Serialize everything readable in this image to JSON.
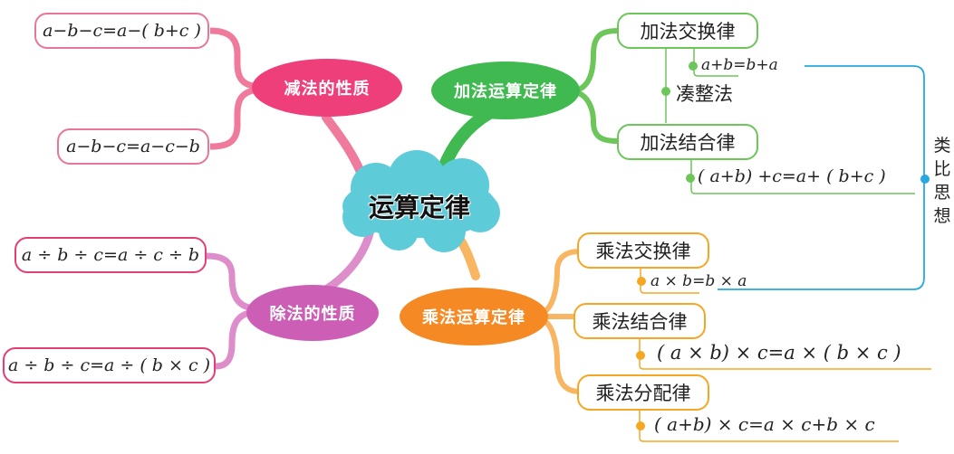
{
  "title": "运算定律",
  "colors": {
    "center_cloud": "#5ecbd9",
    "subtraction": "#ee3f7a",
    "subtraction_branch": "#f07a9c",
    "addition": "#3fb950",
    "addition_branch": "#6cc65a",
    "division": "#cc5fb5",
    "division_branch": "#de8dcb",
    "multiplication": "#f58a24",
    "multiplication_branch": "#f8b662",
    "analogy_line": "#28a7e0"
  },
  "subtraction": {
    "label": "减法的性质",
    "rules": [
      "a−b−c=a−( b+c )",
      "a−b−c=a−c−b"
    ]
  },
  "division": {
    "label": "除法的性质",
    "rules": [
      "a ÷ b ÷ c=a ÷ c ÷ b",
      "a ÷ b ÷ c=a ÷ ( b × c )"
    ]
  },
  "addition": {
    "label": "加法运算定律",
    "laws": [
      {
        "name": "加法交换律",
        "formula": "a+b=b+a"
      },
      {
        "name": "加法结合律",
        "formula": "( a+b)  +c=a+ ( b+c )"
      }
    ],
    "method": "凑整法"
  },
  "multiplication": {
    "label": "乘法运算定律",
    "laws": [
      {
        "name": "乘法交换律",
        "formula": "a × b=b × a"
      },
      {
        "name": "乘法结合律",
        "formula": "( a × b)  × c=a × ( b × c )"
      },
      {
        "name": "乘法分配律",
        "formula": "( a+b)  × c=a × c+b × c"
      }
    ]
  },
  "analogy": {
    "label": "类比思想",
    "chars": [
      "类",
      "比",
      "思",
      "想"
    ]
  }
}
